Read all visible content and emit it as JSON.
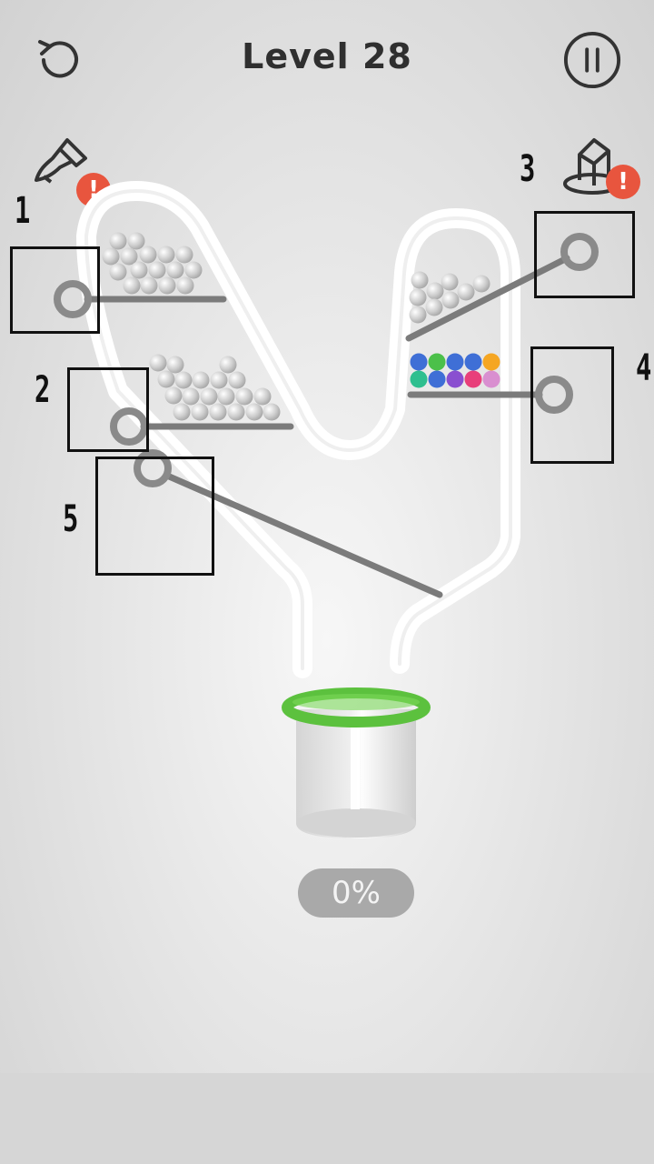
{
  "header": {
    "level_label": "Level 28",
    "restart_icon": "restart-icon",
    "pause_icon": "pause-icon"
  },
  "tools": {
    "paint": {
      "icon": "paint-brush-icon",
      "alert": "!"
    },
    "skin": {
      "icon": "bucket-skin-icon",
      "alert": "!"
    }
  },
  "markers": [
    {
      "number": "1"
    },
    {
      "number": "2"
    },
    {
      "number": "3"
    },
    {
      "number": "4"
    },
    {
      "number": "5"
    }
  ],
  "ball_colors": {
    "grey": "#cfcfcf",
    "blue": "#3f6fd6",
    "green": "#4cc04a",
    "orange": "#f5a623",
    "teal": "#2fbf8f",
    "purple": "#8a4fd0",
    "pink": "#e83f7a",
    "light_pink": "#d98fd0"
  },
  "cup": {
    "rim_color": "#5cc13e",
    "progress": "0%"
  }
}
